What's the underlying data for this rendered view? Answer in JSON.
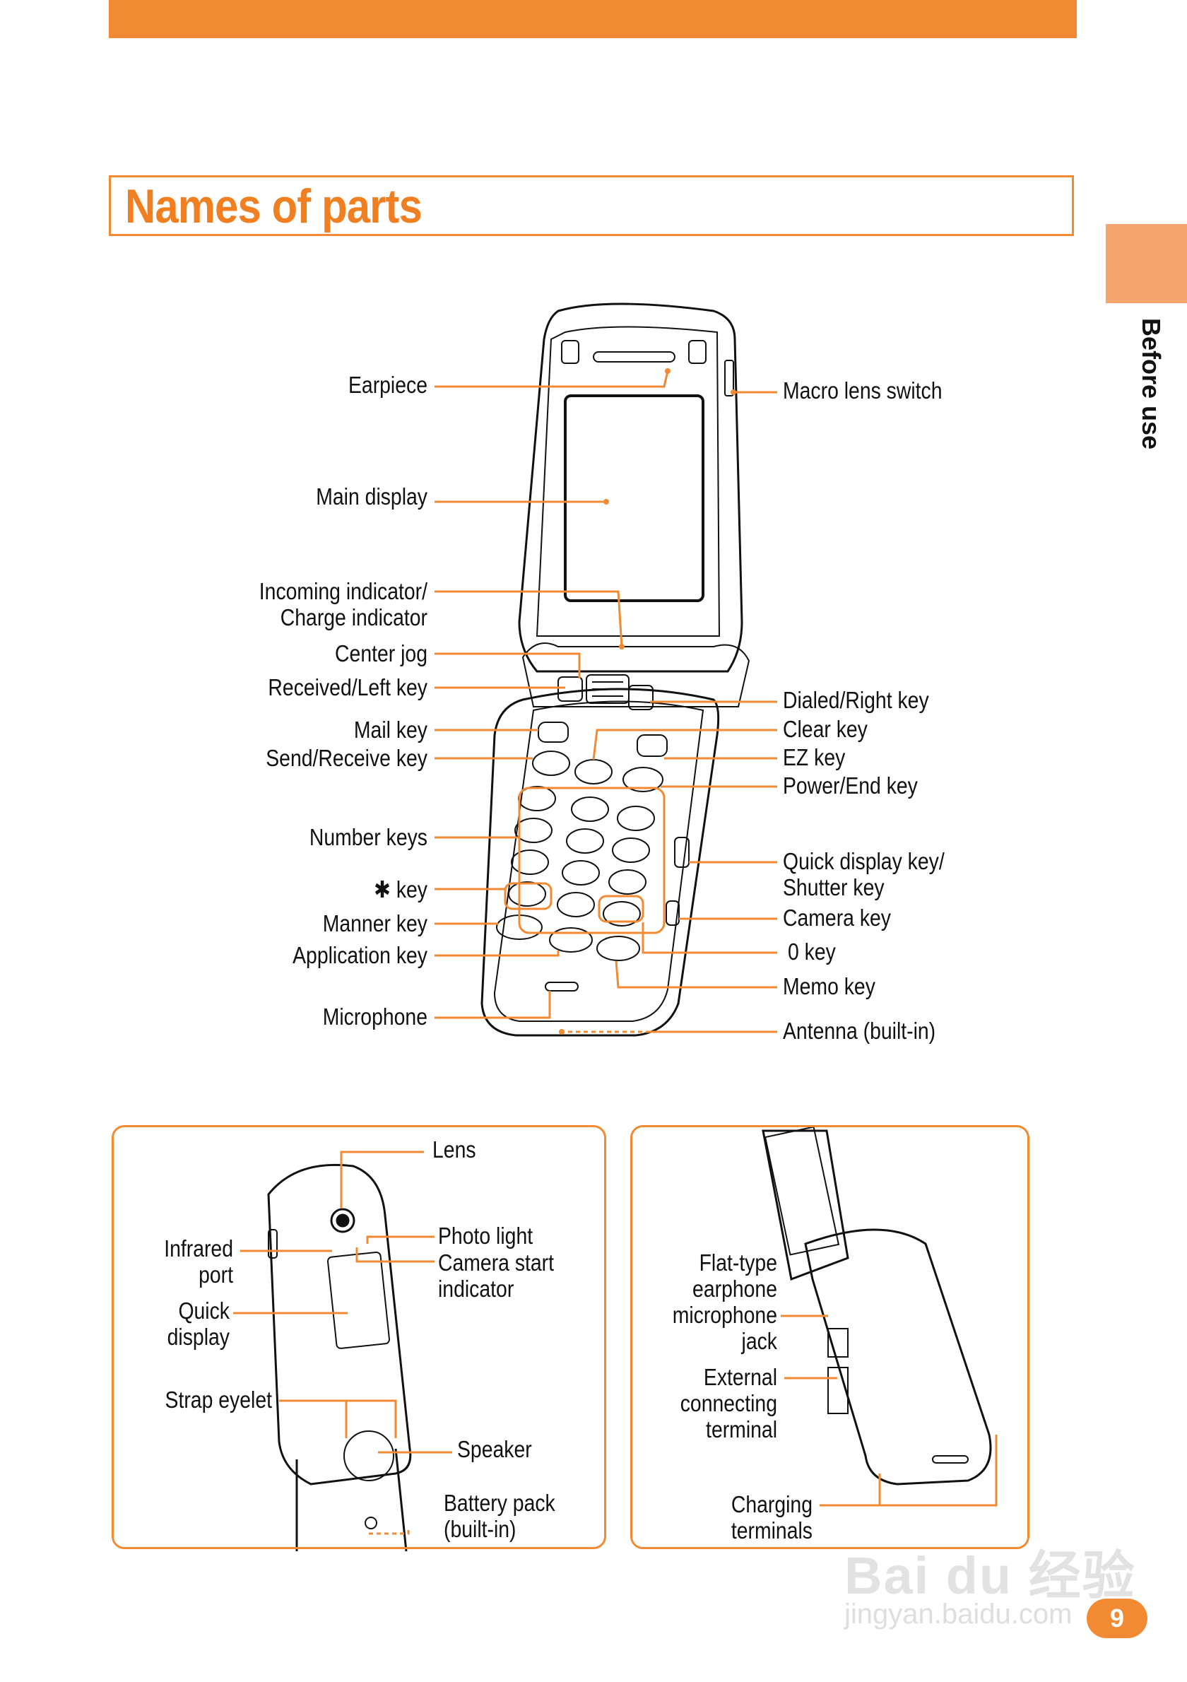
{
  "header": {
    "title": "Names of parts",
    "side_tab": "Before use"
  },
  "main_labels": {
    "earpiece": "Earpiece",
    "main_display": "Main display",
    "incoming_indicator": "Incoming indicator/\nCharge indicator",
    "center_jog": "Center jog",
    "received_left_key": "Received/Left key",
    "mail_key": "Mail key",
    "send_receive_key": "Send/Receive key",
    "number_keys": "Number keys",
    "star_key": "✱ key",
    "manner_key": "Manner key",
    "application_key": "Application key",
    "microphone": "Microphone",
    "macro_lens_switch": "Macro lens switch",
    "dialed_right_key": "Dialed/Right key",
    "clear_key": "Clear key",
    "ez_key": "EZ key",
    "power_end_key": "Power/End key",
    "quick_display_key": "Quick display key/\nShutter key",
    "camera_key": "Camera key",
    "zero_key": "0  key",
    "memo_key": "Memo key",
    "antenna": "Antenna (built-in)"
  },
  "inset_back": {
    "lens": "Lens",
    "infrared_port": "Infrared\nport",
    "photo_light": "Photo light",
    "camera_start_indicator": "Camera start\nindicator",
    "quick_display": "Quick\ndisplay",
    "strap_eyelet": "Strap eyelet",
    "speaker": "Speaker",
    "battery_pack": "Battery pack\n(built-in)"
  },
  "inset_side": {
    "earphone_jack": "Flat-type\nearphone\nmicrophone\njack",
    "external_terminal": "External\nconnecting\nterminal",
    "charging_terminals": "Charging\nterminals"
  },
  "page_number": "9",
  "watermark": {
    "brand": "Bai du 经验",
    "url": "jingyan.baidu.com"
  },
  "colors": {
    "accent": "#F28A33",
    "title": "#F07F22",
    "tab": "#F5A56B"
  }
}
